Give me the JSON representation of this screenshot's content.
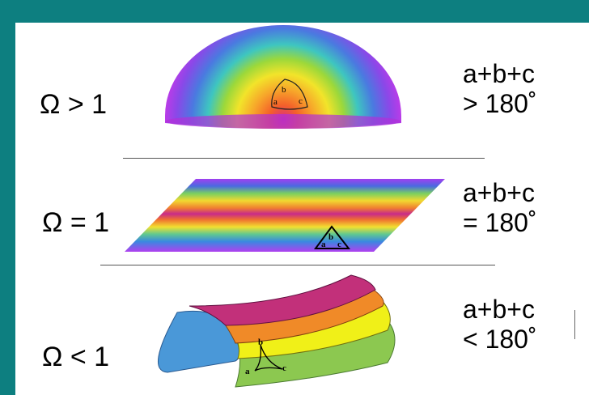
{
  "rows": [
    {
      "omega_label": "Ω > 1",
      "sum_line1": "a+b+c",
      "sum_line2": "> 180˚",
      "vertices": {
        "a": "a",
        "b": "b",
        "c": "c"
      }
    },
    {
      "omega_label": "Ω = 1",
      "sum_line1": "a+b+c",
      "sum_line2": "= 180˚",
      "vertices": {
        "a": "a",
        "b": "b",
        "c": "c"
      }
    },
    {
      "omega_label": "Ω < 1",
      "sum_line1": "a+b+c",
      "sum_line2": "< 180˚",
      "vertices": {
        "a": "a",
        "b": "b",
        "c": "c"
      }
    }
  ],
  "colors": {
    "background": "#0d7f80",
    "slide": "#ffffff",
    "saddle_bands": [
      "#c2307a",
      "#f08a28",
      "#f0f018",
      "#8cc850",
      "#4aa0d8"
    ]
  }
}
